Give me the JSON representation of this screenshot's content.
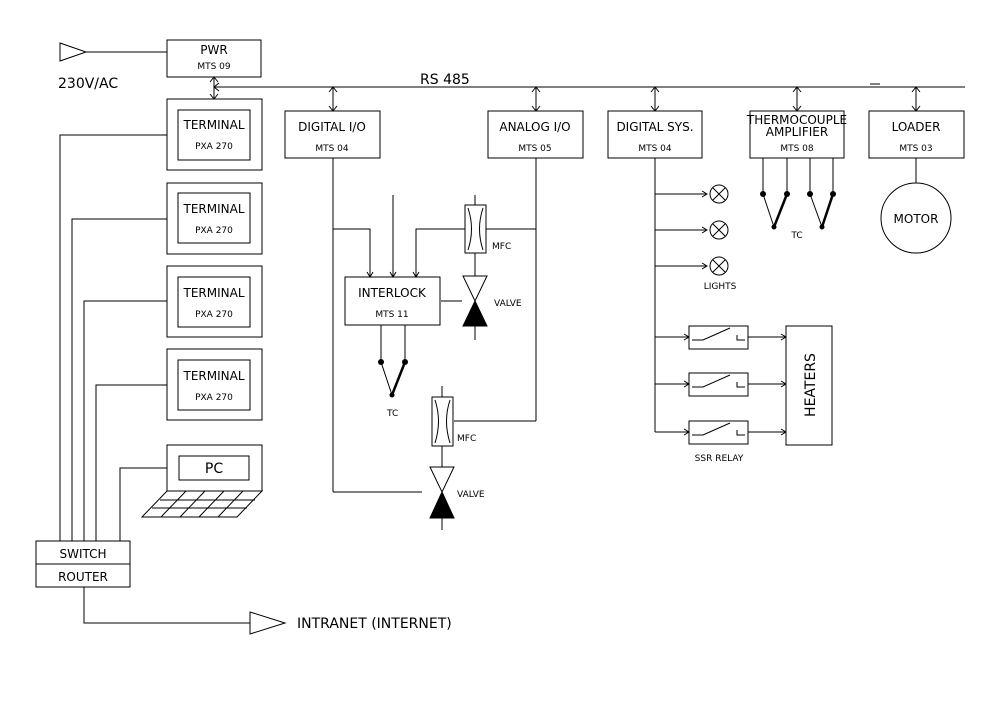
{
  "power": {
    "input_label": "230V/AC",
    "unit_label": "PWR",
    "unit_model": "MTS 09"
  },
  "bus": {
    "label": "RS 485"
  },
  "terminals": [
    {
      "label": "TERMINAL",
      "model": "PXA 270"
    },
    {
      "label": "TERMINAL",
      "model": "PXA 270"
    },
    {
      "label": "TERMINAL",
      "model": "PXA 270"
    },
    {
      "label": "TERMINAL",
      "model": "PXA 270"
    }
  ],
  "pc": {
    "label": "PC"
  },
  "switch": {
    "top_label": "SWITCH",
    "bottom_label": "ROUTER"
  },
  "intranet": {
    "label": "INTRANET (INTERNET)"
  },
  "modules": {
    "digital_io": {
      "label": "DIGITAL  I/O",
      "model": "MTS 04"
    },
    "analog_io": {
      "label": "ANALOG I/O",
      "model": "MTS 05"
    },
    "digital_sys": {
      "label": "DIGITAL SYS.",
      "model": "MTS 04"
    },
    "thermocouple": {
      "label_line1": "THERMOCOUPLE",
      "label_line2": "AMPLIFIER",
      "model": "MTS 08"
    },
    "loader": {
      "label": "LOADER",
      "model": "MTS 03"
    }
  },
  "interlock": {
    "label": "INTERLOCK",
    "model": "MTS 11"
  },
  "labels": {
    "mfc_upper": "MFC",
    "mfc_lower": "MFC",
    "valve_upper": "VALVE",
    "valve_lower": "VALVE",
    "tc_interlock": "TC",
    "tc_amplifier": "TC",
    "lights": "LIGHTS",
    "ssr_relay": "SSR RELAY",
    "heaters": "HEATERS",
    "motor": "MOTOR"
  }
}
